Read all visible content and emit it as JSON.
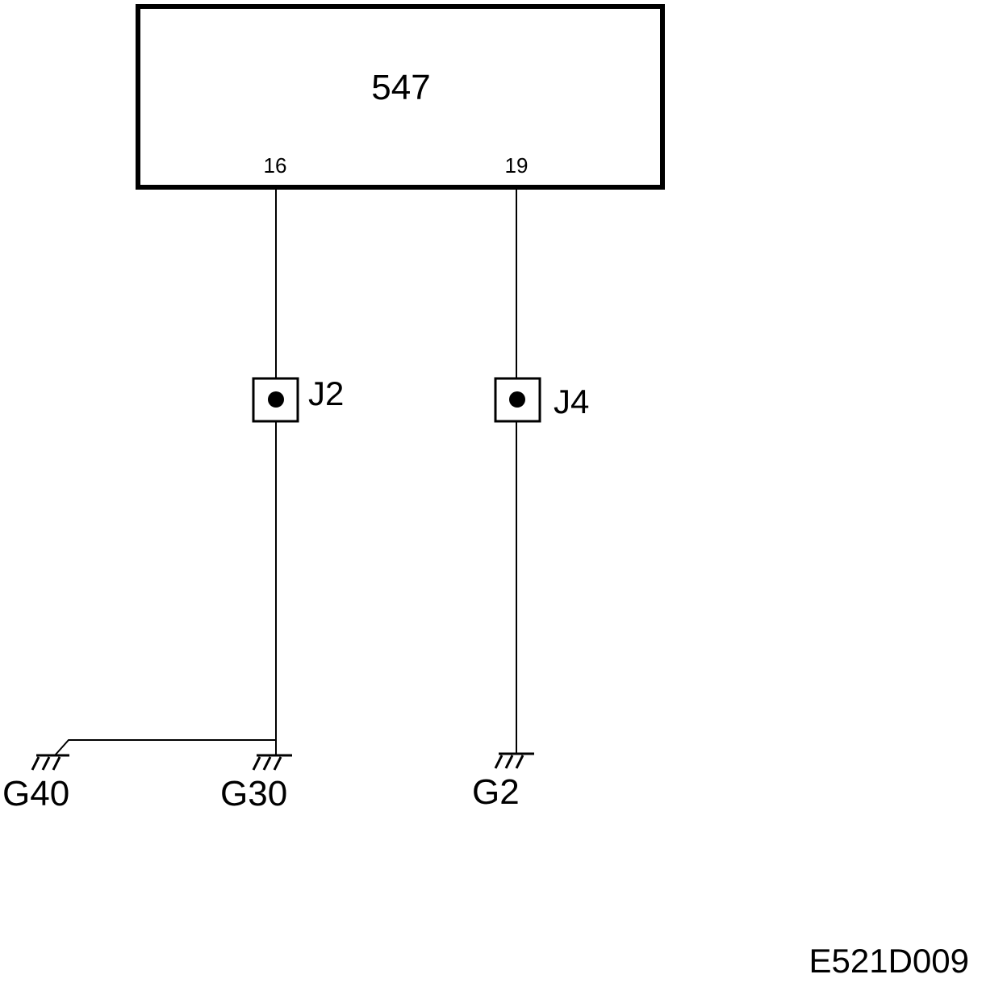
{
  "diagram": {
    "component": {
      "label": "547"
    },
    "pins": [
      {
        "number": "16"
      },
      {
        "number": "19"
      }
    ],
    "connectors": [
      {
        "label": "J2"
      },
      {
        "label": "J4"
      }
    ],
    "grounds": [
      {
        "label": "G40"
      },
      {
        "label": "G30"
      },
      {
        "label": "G2"
      }
    ],
    "reference": "E521D009"
  }
}
